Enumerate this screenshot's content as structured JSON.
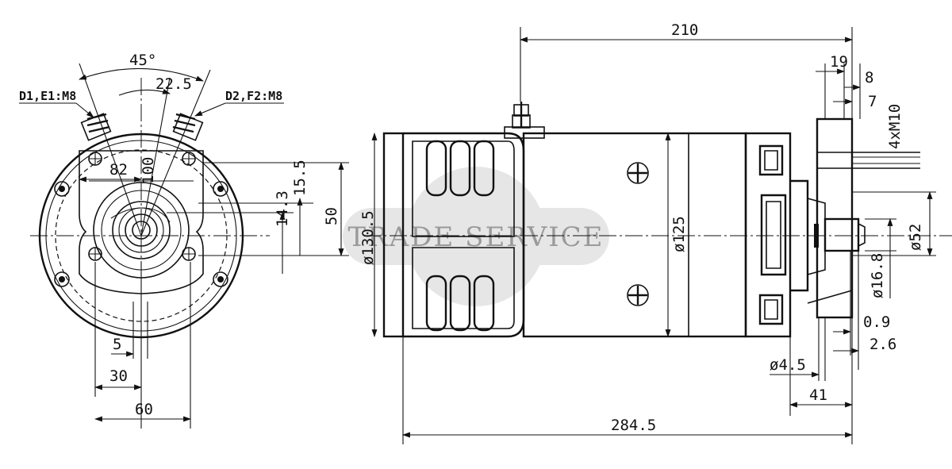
{
  "front_view": {
    "terminal_left": "D1,E1:M8",
    "terminal_right": "D2,F2:M8",
    "angle_outer": "45°",
    "angle_inner": "22.5",
    "dim_82": "82",
    "dim_100": "100",
    "dim_15_5": "15.5",
    "dim_14_3": "14.3",
    "dim_50": "50",
    "dim_5": "5",
    "dim_30": "30",
    "dim_60": "60"
  },
  "side_view": {
    "dim_210": "210",
    "dim_19": "19",
    "dim_8": "8",
    "dim_7": "7",
    "dim_4xm10": "4xM10",
    "dim_d130_5": "ø130.5",
    "dim_d125": "ø125",
    "dim_d52": "ø52",
    "dim_d16_8": "ø16.8",
    "dim_0_9": "0.9",
    "dim_2_6": "2.6",
    "dim_d4_5": "ø4.5",
    "dim_41": "41",
    "dim_284_5": "284.5"
  },
  "watermark": "TRADE SERVICE",
  "colors": {
    "line": "#111111",
    "watermark": "#9a9a9a",
    "watermark_bg": "#e6e6e6"
  }
}
